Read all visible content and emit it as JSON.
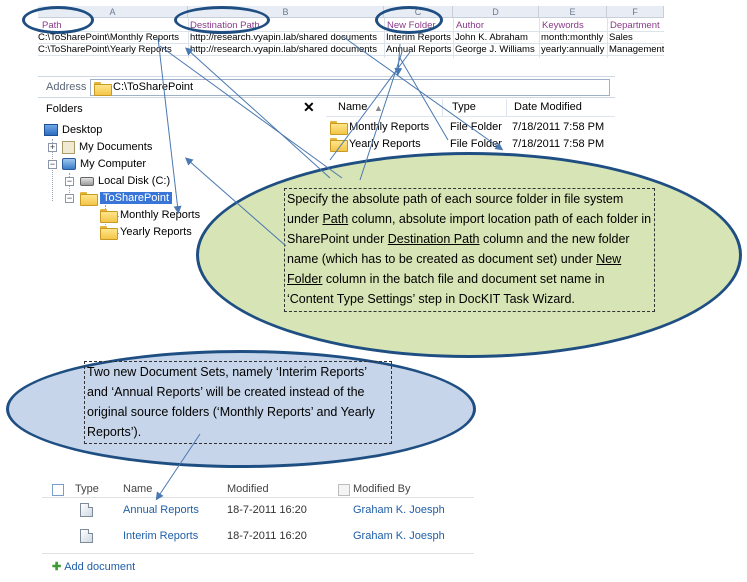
{
  "spreadsheet": {
    "columns": [
      "A",
      "B",
      "C",
      "D",
      "E",
      "F"
    ],
    "headers": [
      "Path",
      "Destination Path",
      "New Folder",
      "Author",
      "Keywords",
      "Department"
    ],
    "rows": [
      [
        "C:\\ToSharePoint\\Monthly Reports",
        "http://research.vyapin.lab/shared documents",
        "Interim Reports",
        "John K. Abraham",
        "month:monthly",
        "Sales"
      ],
      [
        "C:\\ToSharePoint\\Yearly Reports",
        "http://research.vyapin.lab/shared documents",
        "Annual Reports",
        "George J. Williams",
        "yearly:annually",
        "Management"
      ]
    ]
  },
  "explorer": {
    "address_label": "Address",
    "address_value": "C:\\ToSharePoint",
    "folders_title": "Folders",
    "close_glyph": "✕",
    "tree": [
      "Desktop",
      "My Documents",
      "My Computer",
      "Local Disk (C:)",
      "ToSharePoint",
      "Monthly Reports",
      "Yearly Reports"
    ],
    "file_columns": [
      "Name",
      "Type",
      "Date Modified"
    ],
    "files": [
      {
        "name": "Monthly Reports",
        "type": "File Folder",
        "date": "7/18/2011 7:58 PM"
      },
      {
        "name": "Yearly Reports",
        "type": "File Folder",
        "date": "7/18/2011 7:58 PM"
      }
    ]
  },
  "callout_green": {
    "part1": "Specify the absolute path of each source folder in file system under ",
    "path": "Path",
    "part2": " column, absolute import location path of each folder in SharePoint under ",
    "dest": "Destination Path",
    "part3": " column and the new folder name (which has to be created as document set) under ",
    "newfolder": "New Folder",
    "part4": " column in the batch file and document set name in ‘Content Type Settings’ step in DocKIT Task Wizard."
  },
  "callout_blue": {
    "text": "Two new Document Sets, namely ‘Interim Reports’ and ‘Annual Reports’ will be created instead of the original source folders (‘Monthly Reports’ and Yearly Reports’)."
  },
  "sharepoint": {
    "columns": [
      "Type",
      "Name",
      "Modified",
      "Modified By"
    ],
    "rows": [
      {
        "name": "Annual Reports",
        "modified": "18-7-2011 16:20",
        "modified_by": "Graham K. Joesph"
      },
      {
        "name": "Interim Reports",
        "modified": "18-7-2011 16:20",
        "modified_by": "Graham K. Joesph"
      }
    ],
    "add_document": "Add document"
  },
  "colors": {
    "ellipse_border": "#1f4f82",
    "green_fill": "#d7e4b5",
    "blue_fill": "#c6d5ea",
    "link": "#1f5fa8",
    "selection": "#3875d7"
  }
}
